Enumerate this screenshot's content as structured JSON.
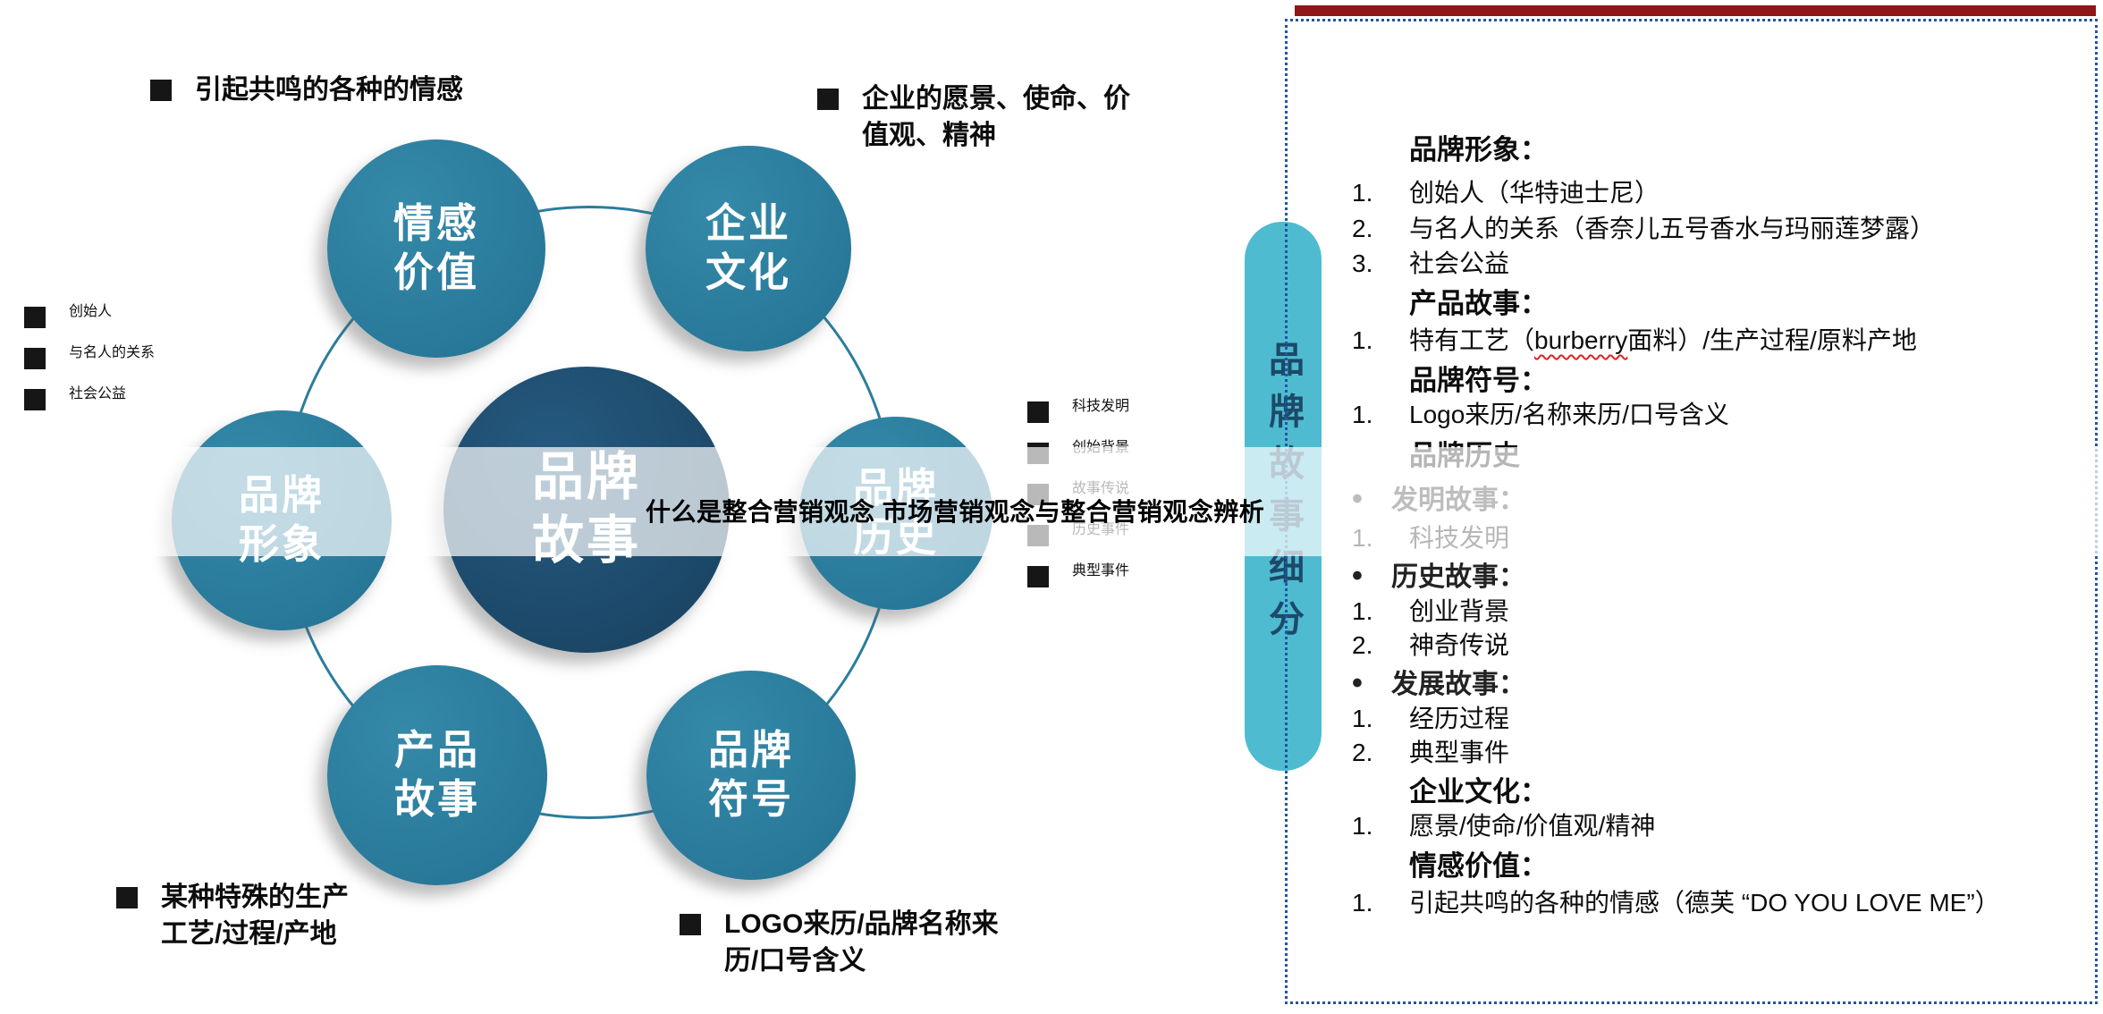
{
  "colors": {
    "satellite_teal": "#29799a",
    "center_navy": "#1c4868",
    "sidebar_teal": "#4fbbd0",
    "panel_border_blue": "#2155a3",
    "top_bar_red": "#8e1717",
    "bullet_black": "#161616"
  },
  "overlay": {
    "title": "什么是整合营销观念 市场营销观念与整合营销观念辨析"
  },
  "diagram": {
    "center": {
      "label": "品牌\n故事"
    },
    "satellites": [
      {
        "name": "emotional-value",
        "label": "情感\n价值"
      },
      {
        "name": "corporate-culture",
        "label": "企业\n文化"
      },
      {
        "name": "brand-image",
        "label": "品牌\n形象"
      },
      {
        "name": "brand-history",
        "label": "品牌\n历史"
      },
      {
        "name": "product-story",
        "label": "产品\n故事"
      },
      {
        "name": "brand-symbol",
        "label": "品牌\n符号"
      }
    ],
    "annotations": {
      "top_left": "引起共鸣的各种的情感",
      "top_right": "企业的愿景、使命、价\n值观、精神",
      "left": [
        "创始人",
        "与名人的关系",
        "社会公益"
      ],
      "right": [
        "科技发明",
        "创始背景",
        "故事传说",
        "历史事件",
        "典型事件"
      ],
      "bottom_left": "某种特殊的生产\n工艺/过程/产地",
      "bottom_right": "LOGO来历/品牌名称来\n历/口号含义"
    }
  },
  "sidebar": {
    "label": "品牌故事细分"
  },
  "panel": {
    "lines": [
      {
        "type": "heading",
        "num": "",
        "text": "品牌形象："
      },
      {
        "type": "item",
        "num": "1.",
        "text": "创始人（华特迪士尼）"
      },
      {
        "type": "item",
        "num": "2.",
        "text": "与名人的关系（香奈儿五号香水与玛丽莲梦露）"
      },
      {
        "type": "item",
        "num": "3.",
        "text": "社会公益"
      },
      {
        "type": "heading",
        "num": "",
        "text": "产品故事："
      },
      {
        "type": "item",
        "num": "1.",
        "pre": "特有工艺（",
        "word": "burberry",
        "post": "面料）/生产过程/原料产地"
      },
      {
        "type": "heading",
        "num": "",
        "text": "品牌符号："
      },
      {
        "type": "item",
        "num": "1.",
        "text": "Logo来历/名称来历/口号含义"
      },
      {
        "type": "heading",
        "num": "",
        "text": "品牌历史"
      },
      {
        "type": "bullet",
        "num": "•",
        "text": "发明故事："
      },
      {
        "type": "item",
        "num": "1.",
        "text": "科技发明"
      },
      {
        "type": "bullet",
        "num": "•",
        "text": "历史故事："
      },
      {
        "type": "item",
        "num": "1.",
        "text": "创业背景"
      },
      {
        "type": "item",
        "num": "2.",
        "text": "神奇传说"
      },
      {
        "type": "bullet",
        "num": "•",
        "text": "发展故事："
      },
      {
        "type": "item",
        "num": "1.",
        "text": "经历过程"
      },
      {
        "type": "item",
        "num": "2.",
        "text": "典型事件"
      },
      {
        "type": "heading",
        "num": "",
        "text": "企业文化："
      },
      {
        "type": "item",
        "num": "1.",
        "text": "愿景/使命/价值观/精神"
      },
      {
        "type": "heading",
        "num": "",
        "text": "情感价值："
      },
      {
        "type": "item",
        "num": "1.",
        "text": "引起共鸣的各种的情感（德芙 “DO YOU LOVE ME”）"
      }
    ]
  }
}
